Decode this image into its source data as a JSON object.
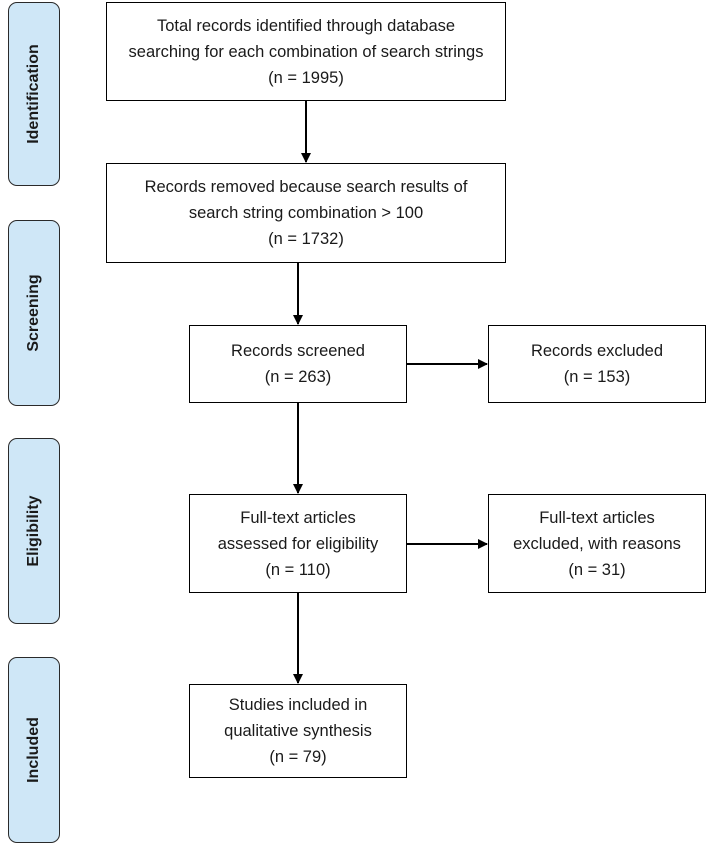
{
  "stages": [
    {
      "key": "identification",
      "label": "Identification"
    },
    {
      "key": "screening",
      "label": "Screening"
    },
    {
      "key": "eligibility",
      "label": "Eligibility"
    },
    {
      "key": "included",
      "label": "Included"
    }
  ],
  "boxes": {
    "identified": {
      "line1": "Total records identified through database",
      "line2": "searching for each combination of search strings",
      "line3": "(n = 1995)"
    },
    "removed": {
      "line1": "Records removed because search results of",
      "line2": "search string combination > 100",
      "line3": "(n = 1732)"
    },
    "screened": {
      "line1": "Records screened",
      "line2": "(n = 263)"
    },
    "excluded": {
      "line1": "Records excluded",
      "line2": "(n = 153)"
    },
    "fulltext": {
      "line1": "Full-text articles",
      "line2": "assessed for eligibility",
      "line3": "(n = 110)"
    },
    "fulltext_excluded": {
      "line1": "Full-text articles",
      "line2": "excluded, with reasons",
      "line3": "(n = 31)"
    },
    "included": {
      "line1": "Studies included in",
      "line2": "qualitative synthesis",
      "line3": "(n = 79)"
    }
  }
}
